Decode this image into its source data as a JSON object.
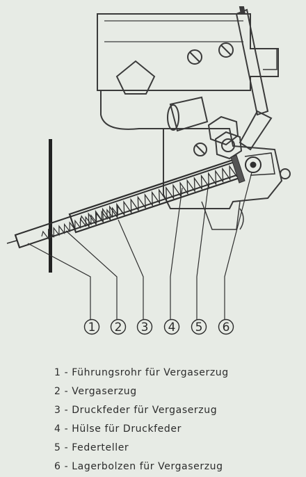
{
  "callouts": [
    "1",
    "2",
    "3",
    "4",
    "5",
    "6"
  ],
  "legend": [
    {
      "num": "1",
      "sep": " - ",
      "text": "Führungsrohr für Vergaserzug"
    },
    {
      "num": "2",
      "sep": " - ",
      "text": "Vergaserzug"
    },
    {
      "num": "3",
      "sep": " - ",
      "text": "Druckfeder für Vergaserzug"
    },
    {
      "num": "4",
      "sep": " - ",
      "text": "Hülse für Druckfeder"
    },
    {
      "num": "5",
      "sep": " - ",
      "text": "Federteller"
    },
    {
      "num": "6",
      "sep": " - ",
      "text": "Lagerbolzen für Vergaserzug"
    }
  ]
}
